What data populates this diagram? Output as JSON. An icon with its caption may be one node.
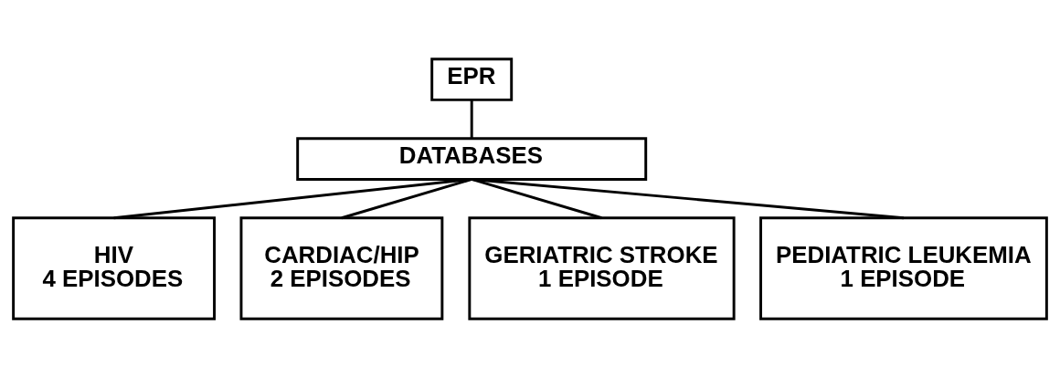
{
  "diagram": {
    "nodes": [
      {
        "text": [
          "EPR"
        ]
      },
      {
        "text": [
          "DATABASES"
        ]
      },
      {
        "text": [
          "HIV",
          "4 EPISODES"
        ]
      },
      {
        "text": [
          "CARDIAC/HIP",
          "2 EPISODES"
        ]
      },
      {
        "text": [
          "GERIATRIC STROKE",
          "1 EPISODE"
        ]
      },
      {
        "text": [
          "PEDIATRIC LEUKEMIA",
          "1 EPISODE"
        ]
      }
    ],
    "edges": [
      {
        "from": 0,
        "to": 1,
        "arrow": "none"
      },
      {
        "from": 1,
        "to": 2,
        "arrow": "none"
      },
      {
        "from": 1,
        "to": 3,
        "arrow": "none"
      },
      {
        "from": 1,
        "to": 4,
        "arrow": "none"
      },
      {
        "from": 1,
        "to": 5,
        "arrow": "none"
      }
    ]
  }
}
